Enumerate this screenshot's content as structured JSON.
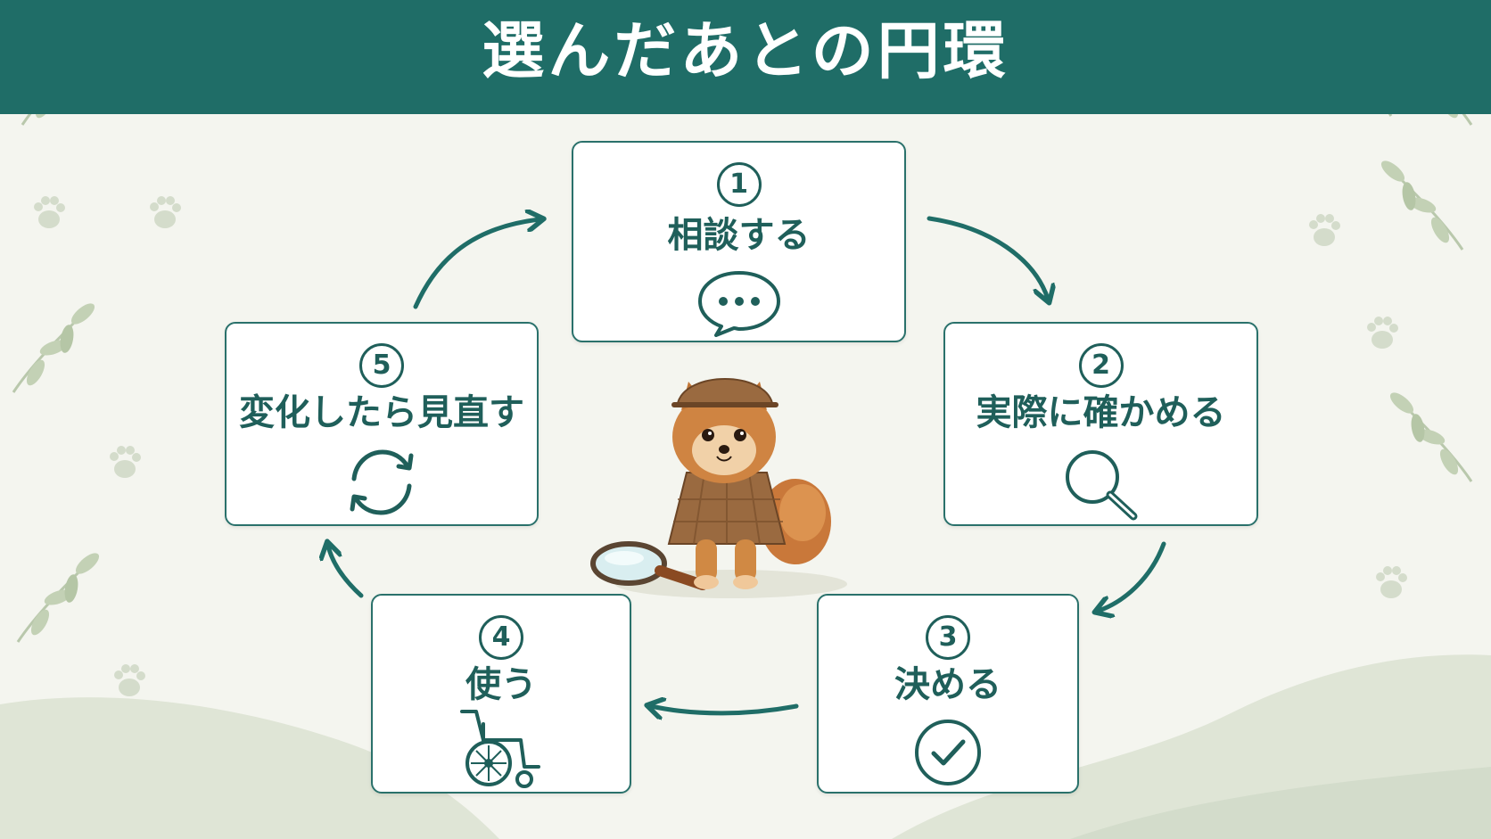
{
  "title": "選んだあとの円環",
  "steps": [
    {
      "number": "1",
      "label": "相談する",
      "icon": "speech-bubble-icon"
    },
    {
      "number": "2",
      "label": "実際に確かめる",
      "icon": "magnifier-icon"
    },
    {
      "number": "3",
      "label": "決める",
      "icon": "check-circle-icon"
    },
    {
      "number": "4",
      "label": "使う",
      "icon": "wheelchair-icon"
    },
    {
      "number": "5",
      "label": "変化したら見直す",
      "icon": "refresh-icon"
    }
  ],
  "colors": {
    "header": "#1f6d67",
    "accent": "#2a716b",
    "text": "#1f5f5a",
    "background": "#f4f5ef"
  }
}
